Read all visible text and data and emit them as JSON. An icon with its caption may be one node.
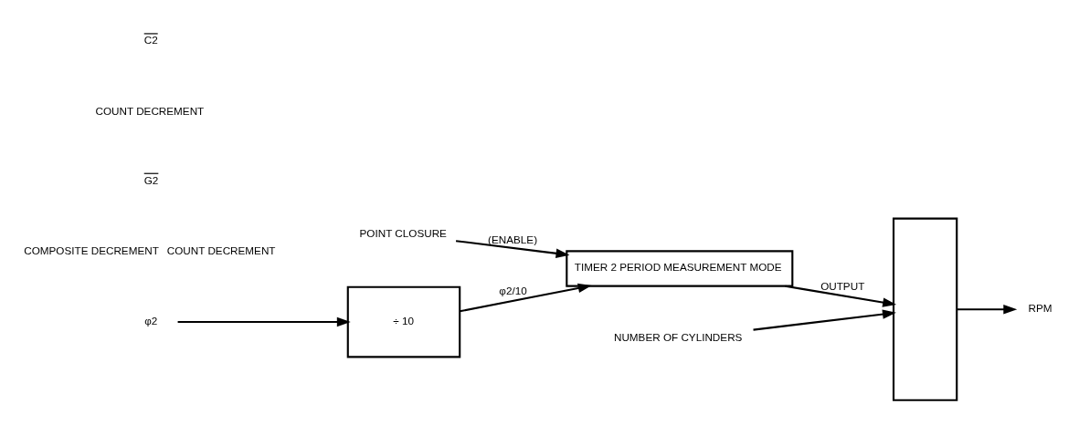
{
  "diagram": {
    "nodes": [
      {
        "text": [
          "POINT CLOSURE"
        ]
      },
      {
        "text": [
          "TIMER 2 PERIOD MEASUREMENT MODE"
        ]
      },
      {
        "text": [],
        "shape": "box"
      },
      {
        "text": [
          "RPM"
        ]
      },
      {
        "text": [
          "NUMBER OF CYLINDERS"
        ]
      },
      {
        "text": [
          "÷ 10"
        ]
      },
      {
        "text": [
          "φ2"
        ]
      },
      {
        "text": [
          "COMPOSITE DECREMENT"
        ],
        "beside": [
          "COUNT DECREMENT"
        ]
      }
    ],
    "edges": [
      {
        "from": 0,
        "to": 1,
        "arrow": "to",
        "label": "(ENABLE)"
      },
      {
        "from": 1,
        "to": 2,
        "arrow": "to",
        "label": "OUTPUT"
      },
      {
        "from": 2,
        "to": 3,
        "arrow": "to"
      },
      {
        "from": 4,
        "to": 2,
        "arrow": "to"
      },
      {
        "from": 5,
        "to": 1,
        "arrow": "to",
        "label": "φ2/10"
      },
      {
        "from": 6,
        "to": 5,
        "arrow": "to"
      }
    ],
    "labels": [
      "G2",
      "COUNT DECREMENT",
      "C2"
    ]
  }
}
